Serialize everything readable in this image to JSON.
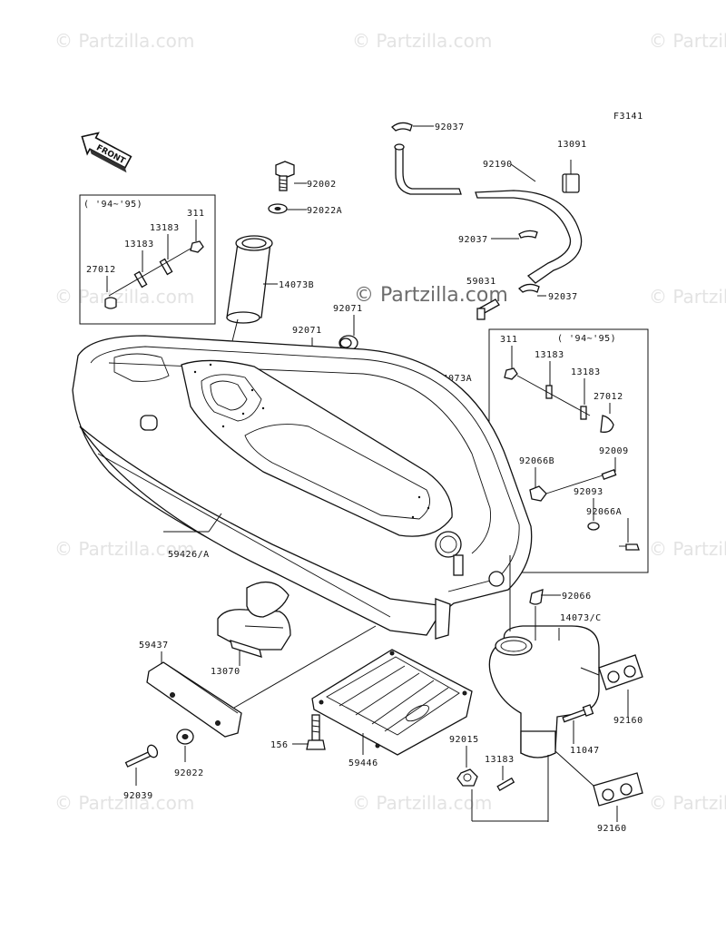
{
  "diagram_code": "F3141",
  "front_arrow_label": "FRONT",
  "watermark": "© Partzilla.com",
  "inset_year_label": "( '94~'95)",
  "parts": {
    "p92037_a": "92037",
    "p92190": "92190",
    "p13091": "13091",
    "p92037_b": "92037",
    "p92037_c": "92037",
    "p92002": "92002",
    "p92022a": "92022A",
    "p14073b": "14073B",
    "p92071_a": "92071",
    "p92071_b": "92071",
    "p59031": "59031",
    "p14073a": "14073A",
    "inset_l_311": "311",
    "inset_l_13183a": "13183",
    "inset_l_13183b": "13183",
    "inset_l_27012": "27012",
    "inset_r_311": "311",
    "inset_r_13183a": "13183",
    "inset_r_13183b": "13183",
    "inset_r_27012": "27012",
    "p92066b": "92066B",
    "p92009": "92009",
    "p92093": "92093",
    "p92066a": "92066A",
    "p59426a": "59426/A",
    "p92066": "92066",
    "p14073c": "14073/C",
    "p59437": "59437",
    "p13070": "13070",
    "p92160_a": "92160",
    "p11047": "11047",
    "p156": "156",
    "p59446": "59446",
    "p92015": "92015",
    "p13183": "13183",
    "p92022": "92022",
    "p92039": "92039",
    "p92160_b": "92160"
  }
}
